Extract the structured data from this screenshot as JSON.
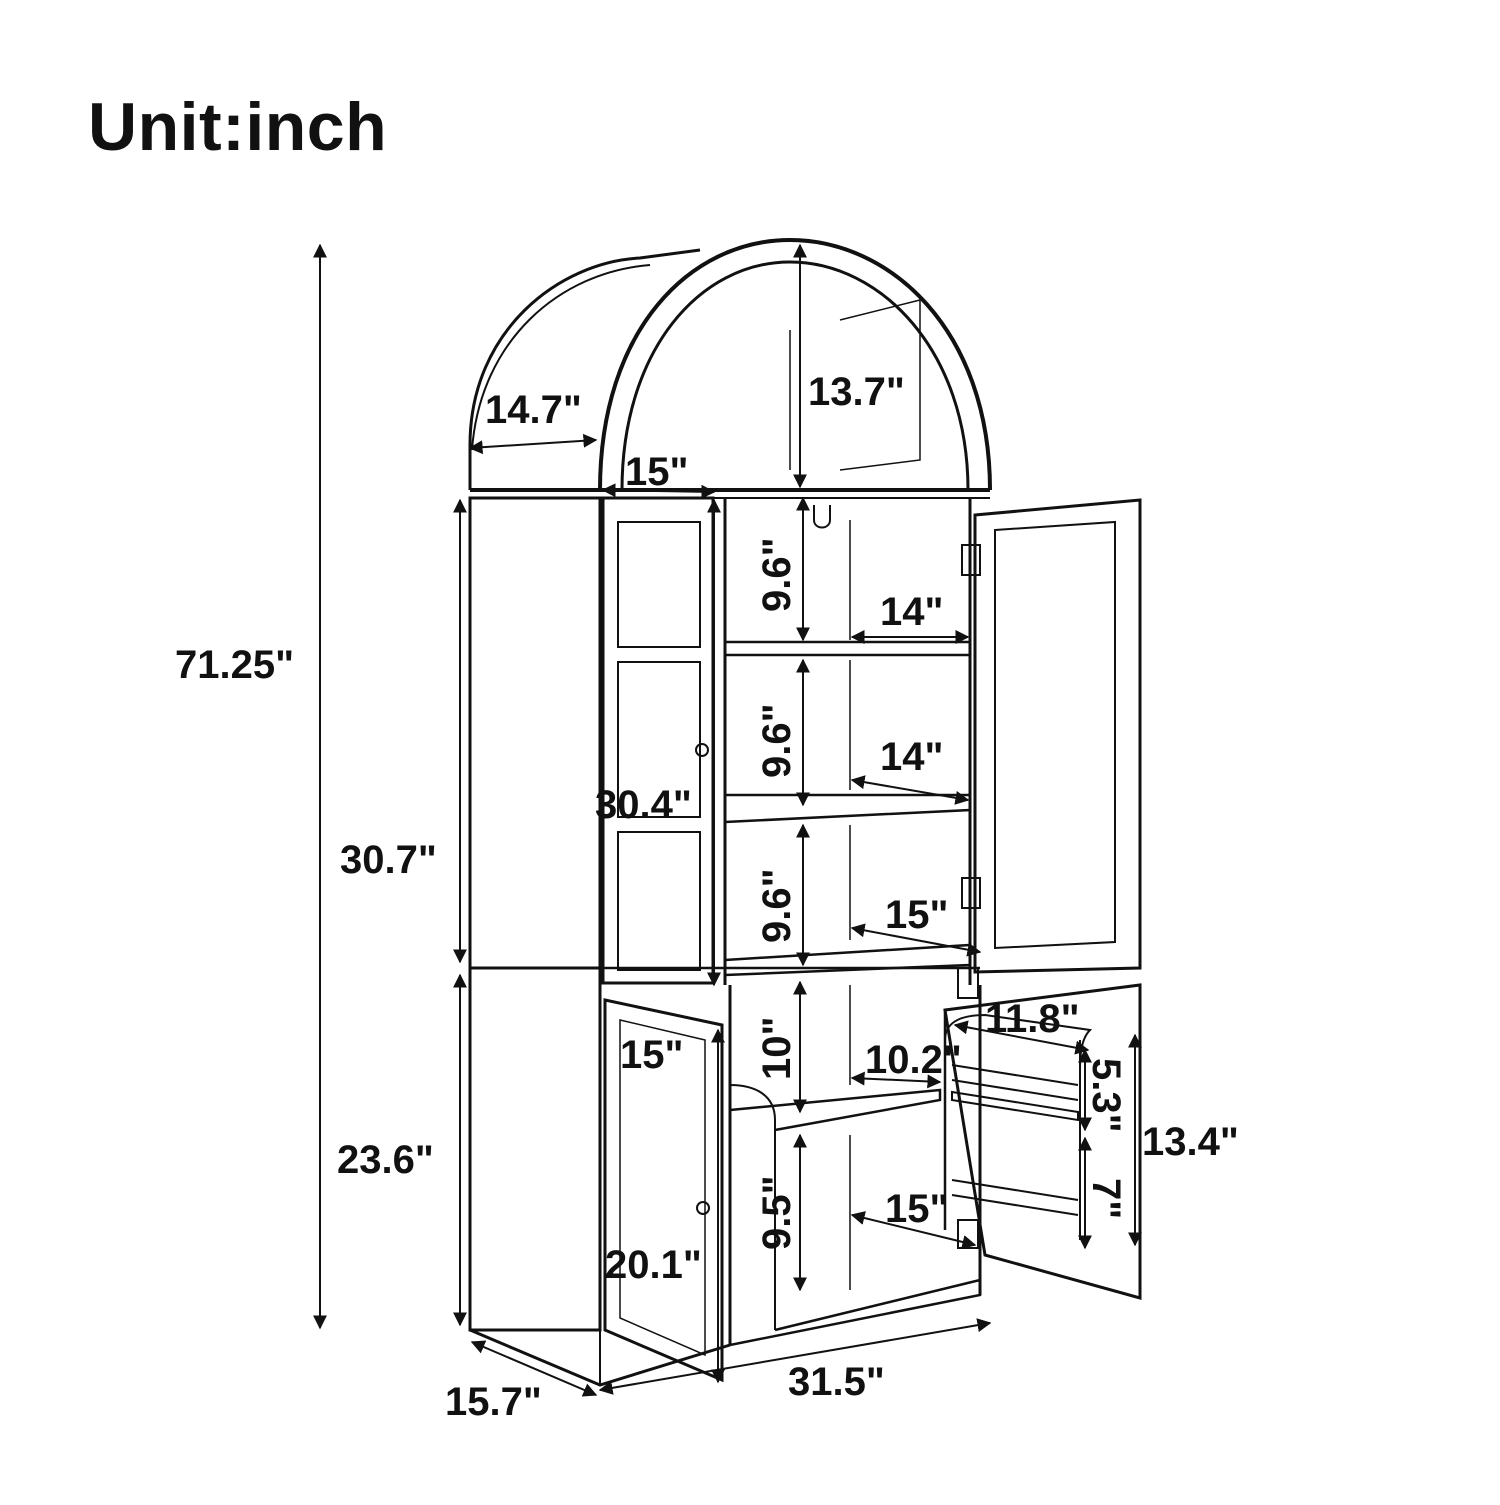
{
  "title": "Unit:inch",
  "dimensions": {
    "overall_height": "71.25\"",
    "arch_depth": "14.7\"",
    "arch_height": "13.7\"",
    "upper_door_width": "15\"",
    "shelf_height_1": "9.6\"",
    "shelf_height_2": "9.6\"",
    "shelf_height_3": "9.6\"",
    "shelf_depth_1": "14\"",
    "shelf_depth_2": "14\"",
    "shelf_depth_3": "15\"",
    "upper_door_height": "30.4\"",
    "upper_section_height": "30.7\"",
    "lower_section_height": "23.6\"",
    "lower_door_width": "15\"",
    "lower_shelf_height_1": "10\"",
    "lower_shelf_depth_1": "10.2\"",
    "lower_shelf_height_2": "9.5\"",
    "lower_shelf_depth_2": "15\"",
    "lower_door_height": "20.1\"",
    "rack_width": "11.8\"",
    "rack_spacing_1": "5.3\"",
    "rack_spacing_2": "7\"",
    "lower_right_door_height": "13.4\"",
    "depth": "15.7\"",
    "width": "31.5\""
  }
}
